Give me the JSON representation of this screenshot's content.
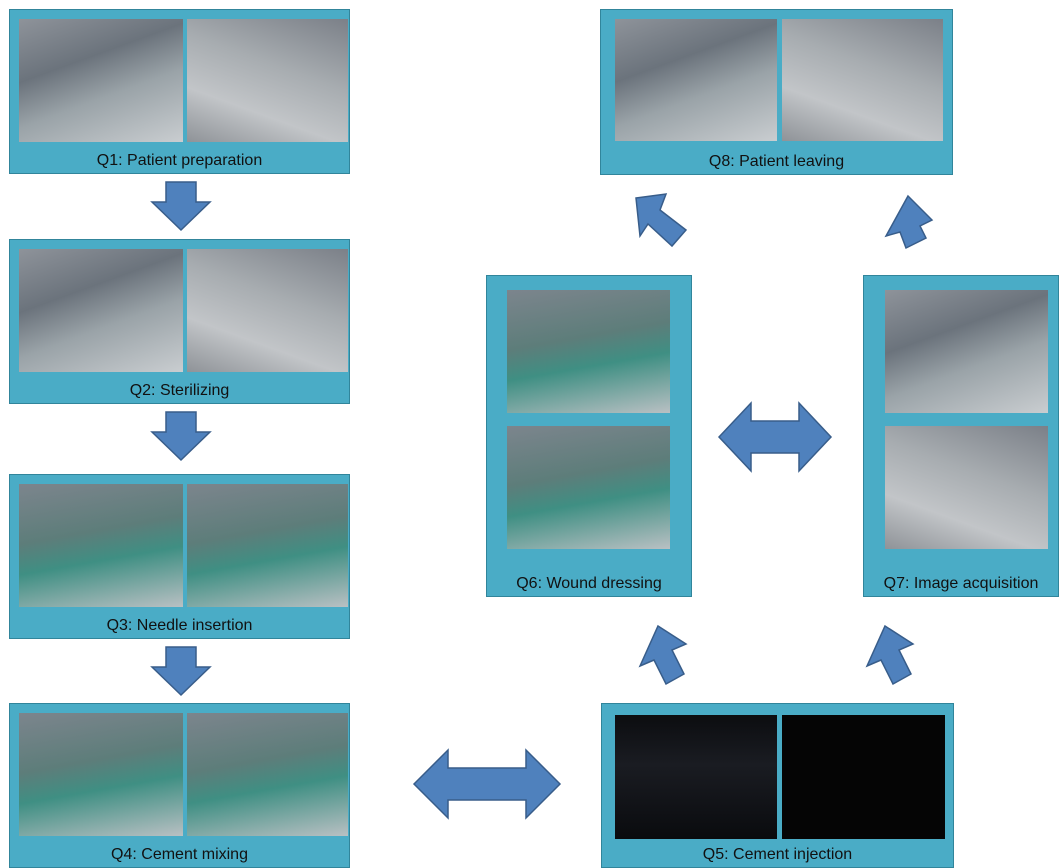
{
  "stages": {
    "q1": "Q1: Patient preparation",
    "q2": "Q2: Sterilizing",
    "q3": "Q3: Needle insertion",
    "q4": "Q4: Cement mixing",
    "q5": "Q5: Cement injection",
    "q6": "Q6: Wound dressing",
    "q7": "Q7: Image acquisition",
    "q8": "Q8: Patient leaving"
  },
  "colors": {
    "panel_fill": "#4aacc6",
    "panel_border": "#31859b",
    "arrow_fill": "#4f81bd",
    "arrow_stroke": "#385d8a"
  }
}
